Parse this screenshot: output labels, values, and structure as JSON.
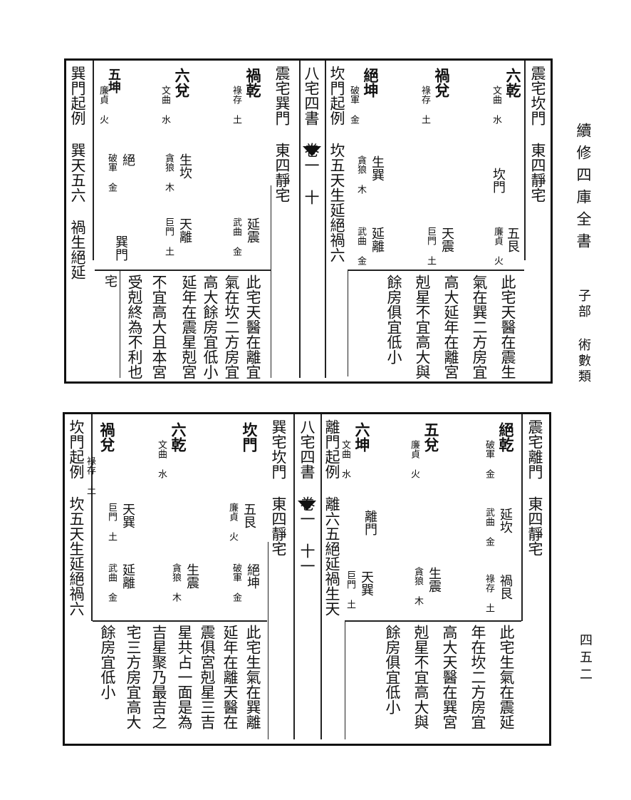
{
  "margin": {
    "title": "續修四庫全書",
    "category": "子部 術數類",
    "page_number": "四五二"
  },
  "top": {
    "page_ref": "八宅四書 卷一 十",
    "col_title_r": "震宅坎門 東四靜宅",
    "col_title_m": "震宅巽門 東四靜宅",
    "col_title_l": "巽門起例 巽天五六 禍生絕延",
    "col_formula_m": "坎門起例 坎五天生延絕禍六",
    "p1_liuqian": "六乾",
    "p1_liuqian_sub": "文曲 水",
    "p1_huodui": "禍兌",
    "p1_huodui_sub": "祿存 土",
    "p1_juekun": "絕坤",
    "p1_juekun_sub": "破軍 金",
    "p1_door": "坎門",
    "p1_wugen": "五艮",
    "p1_wugen_sub": "廉貞 火",
    "p1_tianzhen": "天震",
    "p1_tianzhen_sub": "巨門 土",
    "p1_shengxun": "生巽",
    "p1_shengxun_sub": "貪狼 木",
    "p1_yanli": "延離",
    "p1_yanli_sub": "武曲 金",
    "p1_text": [
      "此宅天醫在震生",
      "氣在巽二方房宜",
      "高大延年在離宮",
      "剋星不宜高大與",
      "餘房俱宜低小"
    ],
    "p2_huoqian": "禍乾",
    "p2_huoqian_sub": "祿存 土",
    "p2_liudui": "六兌",
    "p2_liudui_sub": "文曲 水",
    "p2_wukun": "五坤",
    "p2_wukun_sub": "廉貞 火",
    "p2_shengkan": "生坎",
    "p2_shengkan_sub": "貪狼 木",
    "p2_jue": "絕",
    "p2_jue_sub": "破軍 金",
    "p2_yanzhen": "延震",
    "p2_yanzhen_sub": "武曲 金",
    "p2_tianli": "天離",
    "p2_tianli_sub": "巨門 土",
    "p2_door": "巽門",
    "p2_text": [
      "此宅天醫在離宜",
      "氣在坎二方房宜",
      "高大餘房宜低小",
      "延年在震星剋宮",
      "不宜高大且本宮",
      "受剋終為不利也"
    ],
    "p2_zhai": "宅"
  },
  "bottom": {
    "page_ref": "八宅四書 卷一 十一",
    "col_title_r": "震宅離門 東四靜宅",
    "col_title_m": "巽宅坎門 東四靜宅",
    "col_formula_m": "離門起例 離六五絕延禍生天",
    "col_title_l": "坎門起例 坎五天生延絕禍六",
    "p1_jueqian": "絕乾",
    "p1_jueqian_sub": "破軍 金",
    "p1_wudui": "五兌",
    "p1_wudui_sub": "廉貞 火",
    "p1_liukun": "六坤",
    "p1_liukun_sub": "文曲 水",
    "p1_yankan": "延坎",
    "p1_yankan_sub": "武曲 金",
    "p1_huogen": "禍艮",
    "p1_huogen_sub": "祿存 土",
    "p1_shengzhen": "生震",
    "p1_shengzhen_sub": "貪狼 木",
    "p1_tianxun": "天巽",
    "p1_tianxun_sub": "巨門 土",
    "p1_door": "離門",
    "p1_text": [
      "此宅生氣在震延",
      "年在坎二方房宜",
      "高大天醫在巽宮",
      "剋星不宜高大與",
      "餘房俱宜低小"
    ],
    "p2_huodui": "禍兌",
    "p2_huodui_sub": "祿存 土",
    "p2_liuqian": "六乾",
    "p2_liuqian_sub": "文曲 水",
    "p2_door": "坎門",
    "p2_juekun": "絕坤",
    "p2_juekun_sub": "破軍 金",
    "p2_wugen": "五艮",
    "p2_wugen_sub": "廉貞 火",
    "p2_shengzhen": "生震",
    "p2_shengzhen_sub": "貪狼 木",
    "p2_tianxun": "天巽",
    "p2_tianxun_sub": "巨門 土",
    "p2_yanli": "延離",
    "p2_yanli_sub": "武曲 金",
    "p2_text": [
      "此宅生氣在巽離",
      "延年在離天醫在",
      "震俱宮剋星三吉",
      "星共占一面是為",
      "吉星聚乃最吉之",
      "宅三方房宜高大",
      "餘房宜低小"
    ]
  }
}
